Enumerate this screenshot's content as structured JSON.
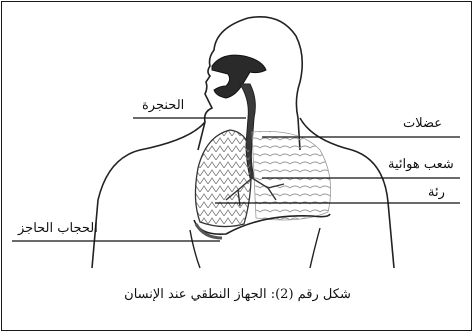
{
  "labels": {
    "larynx": "الحنجرة",
    "muscles": "عضلات",
    "bronchi": "شعب هوائية",
    "lung": "رئة",
    "diaphragm": "الحجاب الحاجز"
  },
  "caption": "شكل رقم (2): الجهاز النطقي عند الإنسان"
}
